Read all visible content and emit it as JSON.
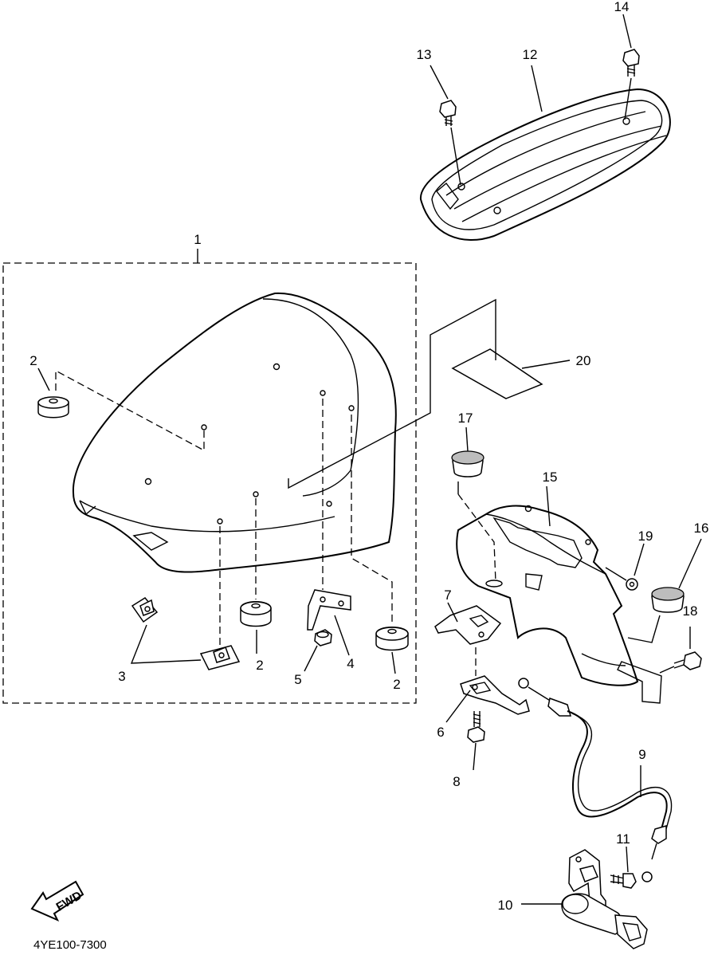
{
  "diagram": {
    "labels": [
      "1",
      "2",
      "3",
      "4",
      "5",
      "6",
      "7",
      "8",
      "9",
      "10",
      "11",
      "12",
      "13",
      "14",
      "15",
      "16",
      "17",
      "18",
      "19",
      "20"
    ],
    "drawing_code": "4YE100-7300",
    "fwd_arrow_text": "FWD"
  }
}
